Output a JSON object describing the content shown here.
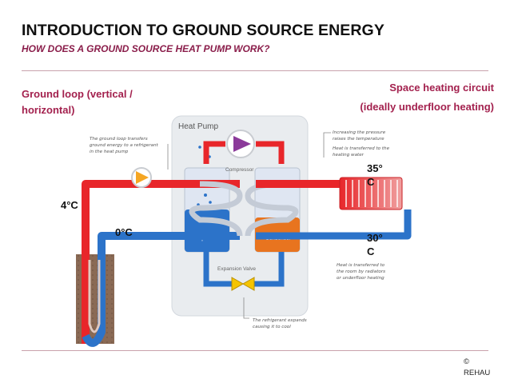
{
  "header": {
    "title": "INTRODUCTION TO GROUND SOURCE ENERGY",
    "subtitle": "HOW DOES A GROUND SOURCE HEAT PUMP WORK?"
  },
  "left_heading": {
    "line1": "Ground loop (vertical /",
    "line2": "horizontal)"
  },
  "right_heading": {
    "line1": "Space heating circuit",
    "line2": "(ideally underfloor heating)"
  },
  "temperatures": {
    "ground_out": "4°C",
    "evaporator": "0°C",
    "flow_line1": "35°",
    "flow_line2": "C",
    "return_line1": "30°",
    "return_line2": "C"
  },
  "diagram": {
    "heat_pump_label": "Heat Pump",
    "compressor_label": "Compressor",
    "evaporator_label": "Evaporator",
    "condenser_label": "Condenser",
    "expansion_valve_label": "Expansion Valve",
    "note_ground": [
      "The ground loop transfers",
      "ground energy to a refrigerant",
      "in the heat pump"
    ],
    "note_pressure": [
      "Increasing the pressure",
      "raises the temperature"
    ],
    "note_heat_water": [
      "Heat is transferred to the",
      "heating water"
    ],
    "note_room": [
      "Heat is transferred to",
      "the room by radiators",
      "or underfloor heating"
    ],
    "note_expand": [
      "The refrigerant expands",
      "causing it to cool"
    ]
  },
  "colors": {
    "hot": "#e8262a",
    "cold": "#2c73c9",
    "accent": "#a3214e",
    "casing": "#e9ecef"
  },
  "footer": {
    "copyright_symbol": "©",
    "brand": "REHAU"
  }
}
